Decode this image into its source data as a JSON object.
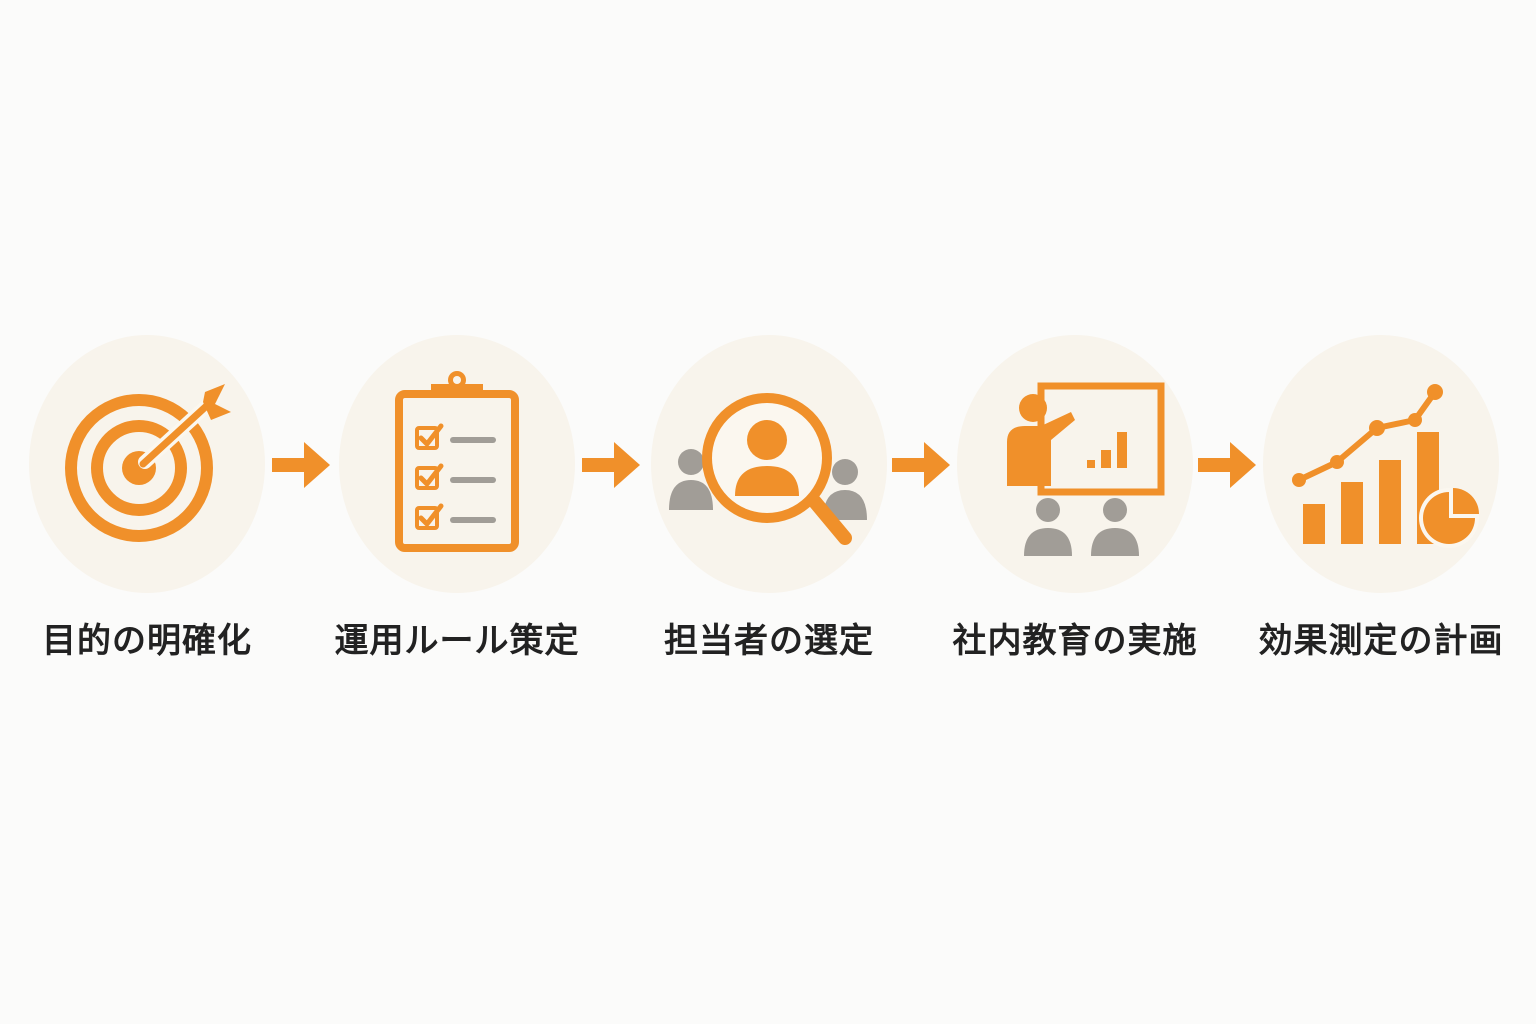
{
  "colors": {
    "accent": "#f0902a",
    "gray": "#a19d97",
    "circle_bg": "#f8f4ec",
    "background": "#fbfbfa",
    "text": "#222222"
  },
  "steps": [
    {
      "label": "目的の明確化",
      "icon": "target-icon"
    },
    {
      "label": "運用ルール策定",
      "icon": "clipboard-checklist-icon"
    },
    {
      "label": "担当者の選定",
      "icon": "search-person-icon"
    },
    {
      "label": "社内教育の実施",
      "icon": "presentation-icon"
    },
    {
      "label": "効果測定の計画",
      "icon": "growth-chart-icon"
    }
  ]
}
